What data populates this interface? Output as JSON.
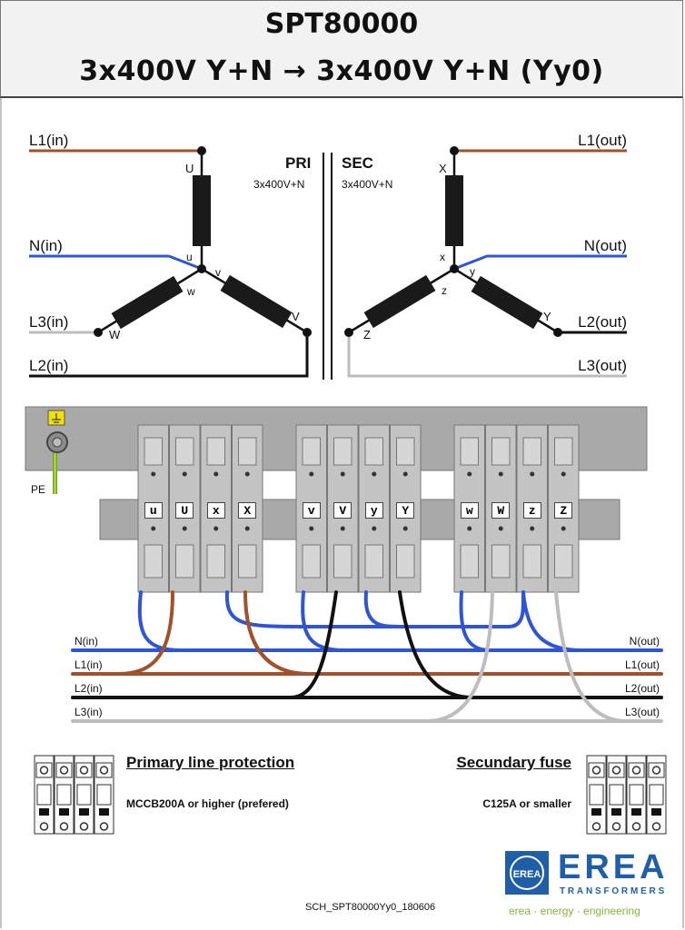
{
  "header": {
    "title": "SPT80000",
    "subtitle": "3x400V Y+N → 3x400V Y+N  (Yy0)"
  },
  "schematic": {
    "primary": {
      "label": "PRI",
      "voltage": "3x400V+N",
      "lines": {
        "l1": "L1(in)",
        "n": "N(in)",
        "l3": "L3(in)",
        "l2": "L2(in)"
      },
      "winding_letters": {
        "U": "U",
        "u": "u",
        "v": "v",
        "w": "w",
        "V": "V",
        "W": "W"
      }
    },
    "secondary": {
      "label": "SEC",
      "voltage": "3x400V+N",
      "lines": {
        "l1": "L1(out)",
        "n": "N(out)",
        "l2": "L2(out)",
        "l3": "L3(out)"
      },
      "winding_letters": {
        "X": "X",
        "x": "x",
        "y": "y",
        "z": "z",
        "Y": "Y",
        "Z": "Z"
      }
    }
  },
  "terminal_block": {
    "pe_label": "PE",
    "groups": [
      [
        "u",
        "U",
        "x",
        "X"
      ],
      [
        "v",
        "V",
        "y",
        "Y"
      ],
      [
        "w",
        "W",
        "z",
        "Z"
      ]
    ]
  },
  "wiring": {
    "in": [
      "N(in)",
      "L1(in)",
      "L2(in)",
      "L3(in)"
    ],
    "out": [
      "N(out)",
      "L1(out)",
      "L2(out)",
      "L3(out)"
    ]
  },
  "protection": {
    "primary_title": "Primary line protection",
    "primary_text": "MCCB200A or higher (prefered)",
    "secondary_title": "Secundary fuse",
    "secondary_text": "C125A or smaller"
  },
  "footer": {
    "code": "SCH_SPT80000Yy0_180606",
    "brand": "EREA",
    "brand_sub": "TRANSFORMERS",
    "tagline": "erea · energy · engineering",
    "logo_letters": "EREA"
  },
  "colors": {
    "brown": "#a0522d",
    "blue": "#2f55d4",
    "black": "#111111",
    "grey": "#bdbdbd",
    "logo_blue": "#1f5fa8",
    "tagline_green": "#8ab43a"
  }
}
